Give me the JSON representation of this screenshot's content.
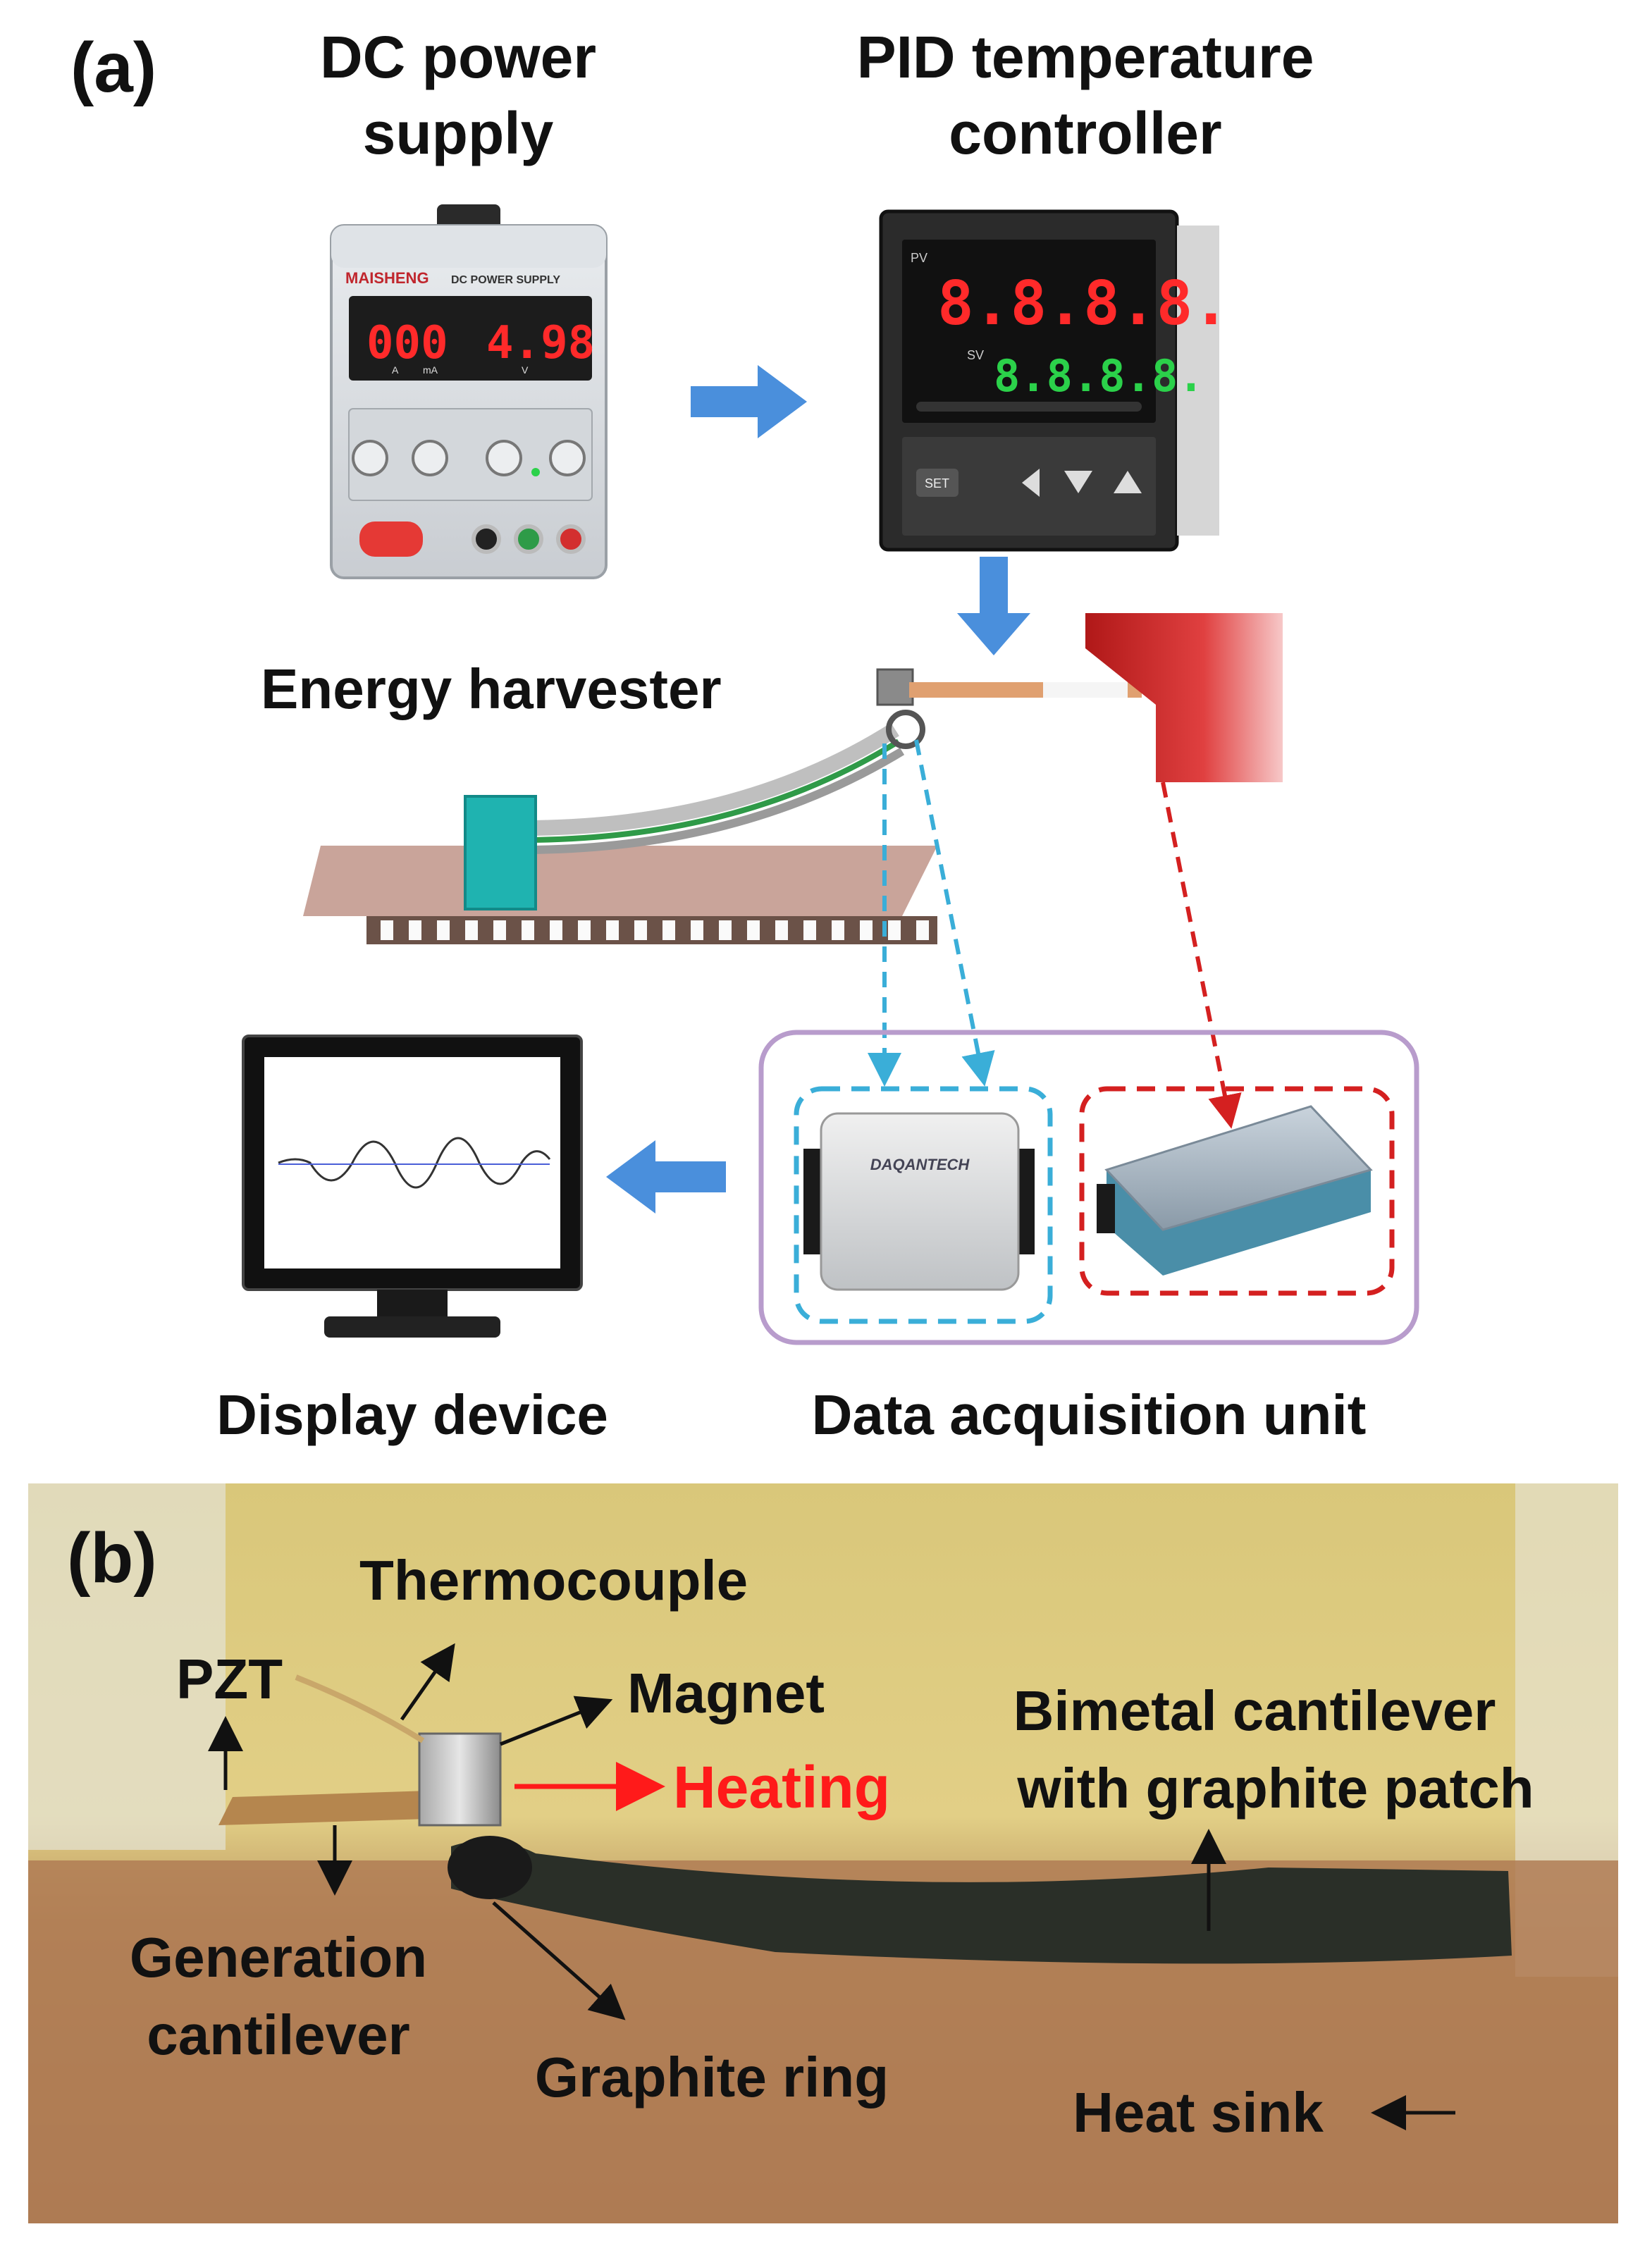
{
  "panel_a": {
    "letter": "(a)",
    "dc_power_supply": {
      "label_line1": "DC power",
      "label_line2": "supply",
      "brand": "MAISHENG",
      "model_text": "DC POWER SUPPLY",
      "current_display": "000",
      "voltage_display": "4.98",
      "unit_a": "A",
      "unit_ma": "mA",
      "unit_v": "V"
    },
    "pid_controller": {
      "label_line1": "PID temperature",
      "label_line2": "controller",
      "pv_label": "PV",
      "sv_label": "SV",
      "pv_display": "8.8.8.8.",
      "sv_display": "8.8.8.8.",
      "set_button": "SET"
    },
    "energy_harvester": {
      "label": "Energy harvester"
    },
    "display_device": {
      "label": "Display device"
    },
    "data_acquisition_unit": {
      "label": "Data acquisition unit",
      "daq_brand": "DAQANTECH"
    }
  },
  "panel_b": {
    "letter": "(b)",
    "labels": {
      "thermocouple": "Thermocouple",
      "pzt": "PZT",
      "magnet": "Magnet",
      "heating": "Heating",
      "bimetal_line1": "Bimetal cantilever",
      "bimetal_line2": "with graphite patch",
      "generation_line1": "Generation",
      "generation_line2": "cantilever",
      "graphite_ring": "Graphite ring",
      "heat_sink": "Heat sink"
    },
    "heating_color": "#ff1a1a"
  },
  "colors": {
    "flow_arrow": "#4a8fdc",
    "pzt_signal_dash": "#3aaed8",
    "thermo_signal_dash": "#d42020",
    "daq_frame": "#b89ccc",
    "heater": "#d42a2a"
  }
}
